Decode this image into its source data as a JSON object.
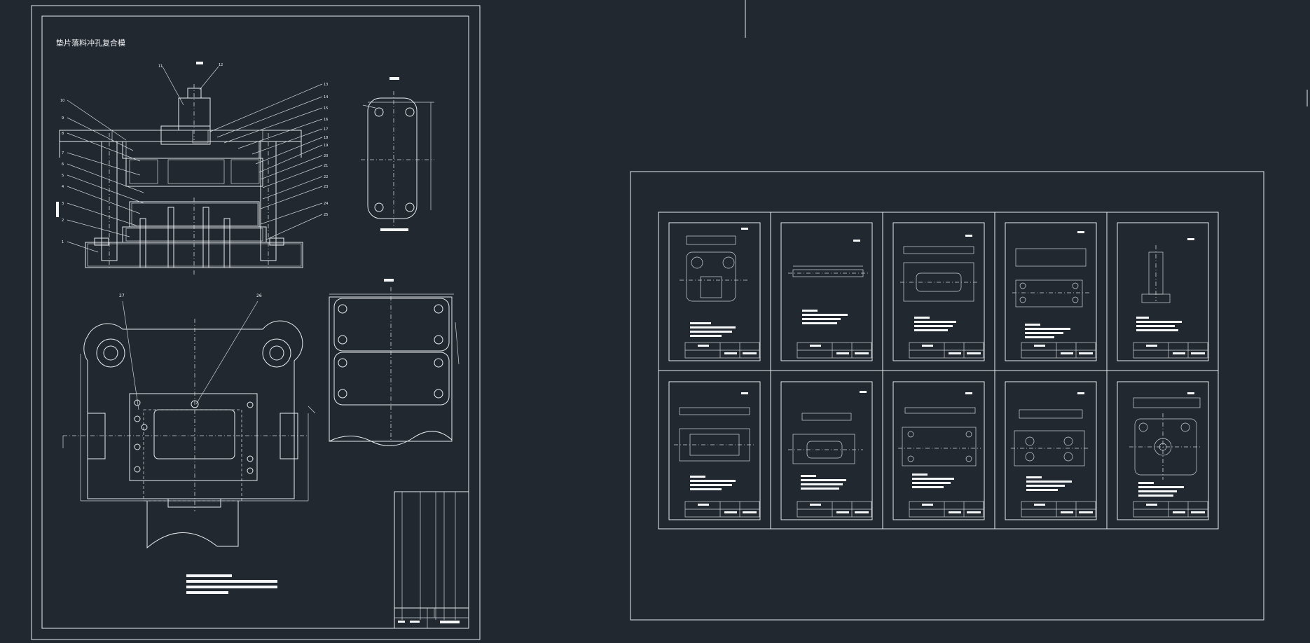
{
  "drawing": {
    "title": "垫片落料冲孔复合模",
    "balloons_left": [
      "10",
      "9",
      "8",
      "7",
      "6",
      "5",
      "4",
      "3",
      "2",
      "1"
    ],
    "balloons_top": [
      "11",
      "12"
    ],
    "balloons_right": [
      "13",
      "14",
      "15",
      "16",
      "17",
      "18",
      "19",
      "20",
      "21",
      "22",
      "23",
      "24",
      "25"
    ],
    "balloons_plan": [
      "27",
      "26"
    ]
  },
  "colors": {
    "background": "#212830",
    "line": "#e9ecef"
  }
}
